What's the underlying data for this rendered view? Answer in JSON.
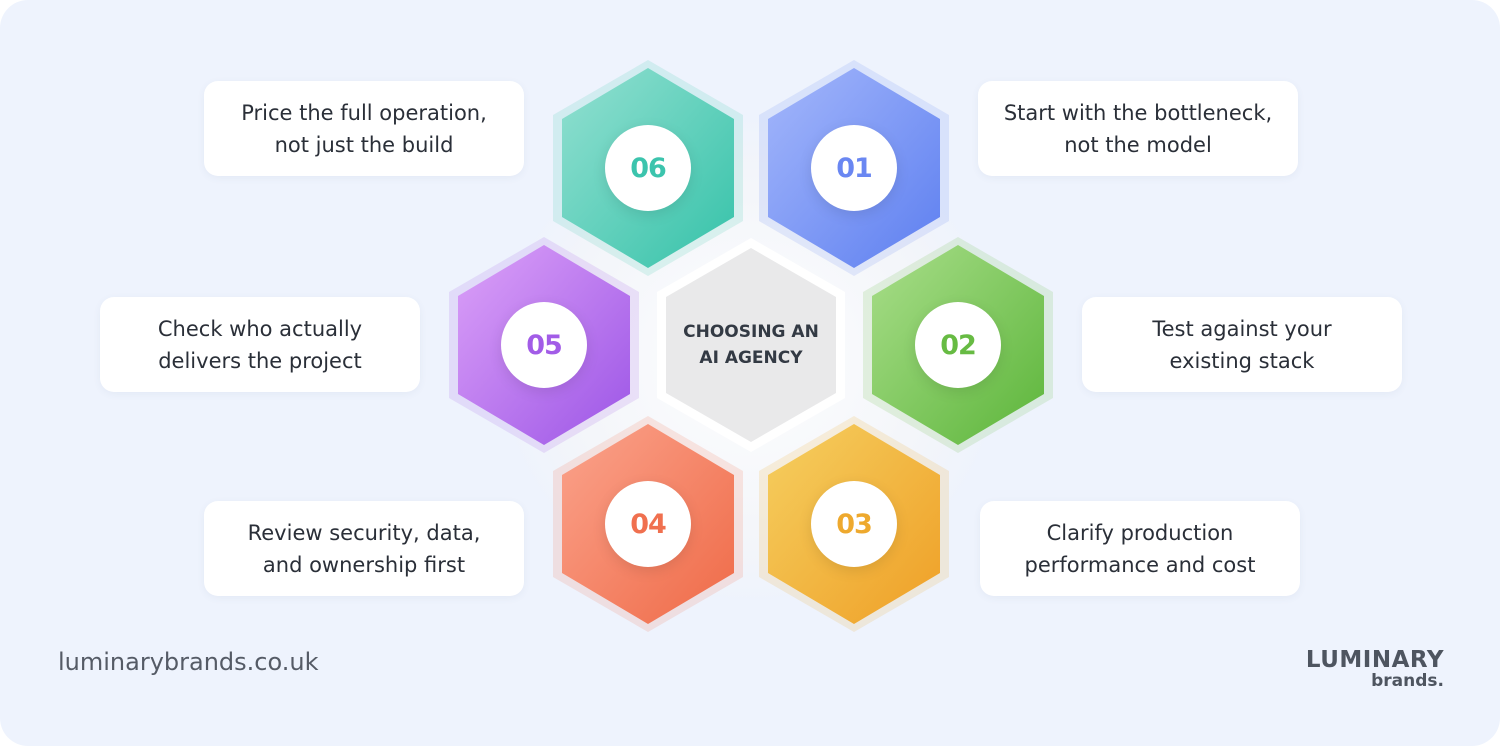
{
  "center": {
    "line1": "CHOOSING AN",
    "line2": "AI AGENCY"
  },
  "steps": [
    {
      "number": "01",
      "color": "#6a87f2",
      "line1": "Start with the bottleneck,",
      "line2": "not the model"
    },
    {
      "number": "02",
      "color": "#67bb43",
      "line1": "Test against your",
      "line2": "existing stack"
    },
    {
      "number": "03",
      "color": "#eea92e",
      "line1": "Clarify production",
      "line2": "performance and cost"
    },
    {
      "number": "04",
      "color": "#f0704f",
      "line1": "Review security, data,",
      "line2": "and ownership first"
    },
    {
      "number": "05",
      "color": "#a25ce7",
      "line1": "Check who actually",
      "line2": "delivers the project"
    },
    {
      "number": "06",
      "color": "#3cc4ad",
      "line1": "Price the full operation,",
      "line2": "not just the build"
    }
  ],
  "footer": {
    "website": "luminarybrands.co.uk"
  },
  "logo": {
    "top": "LUMINARY",
    "bottom": "brands."
  }
}
